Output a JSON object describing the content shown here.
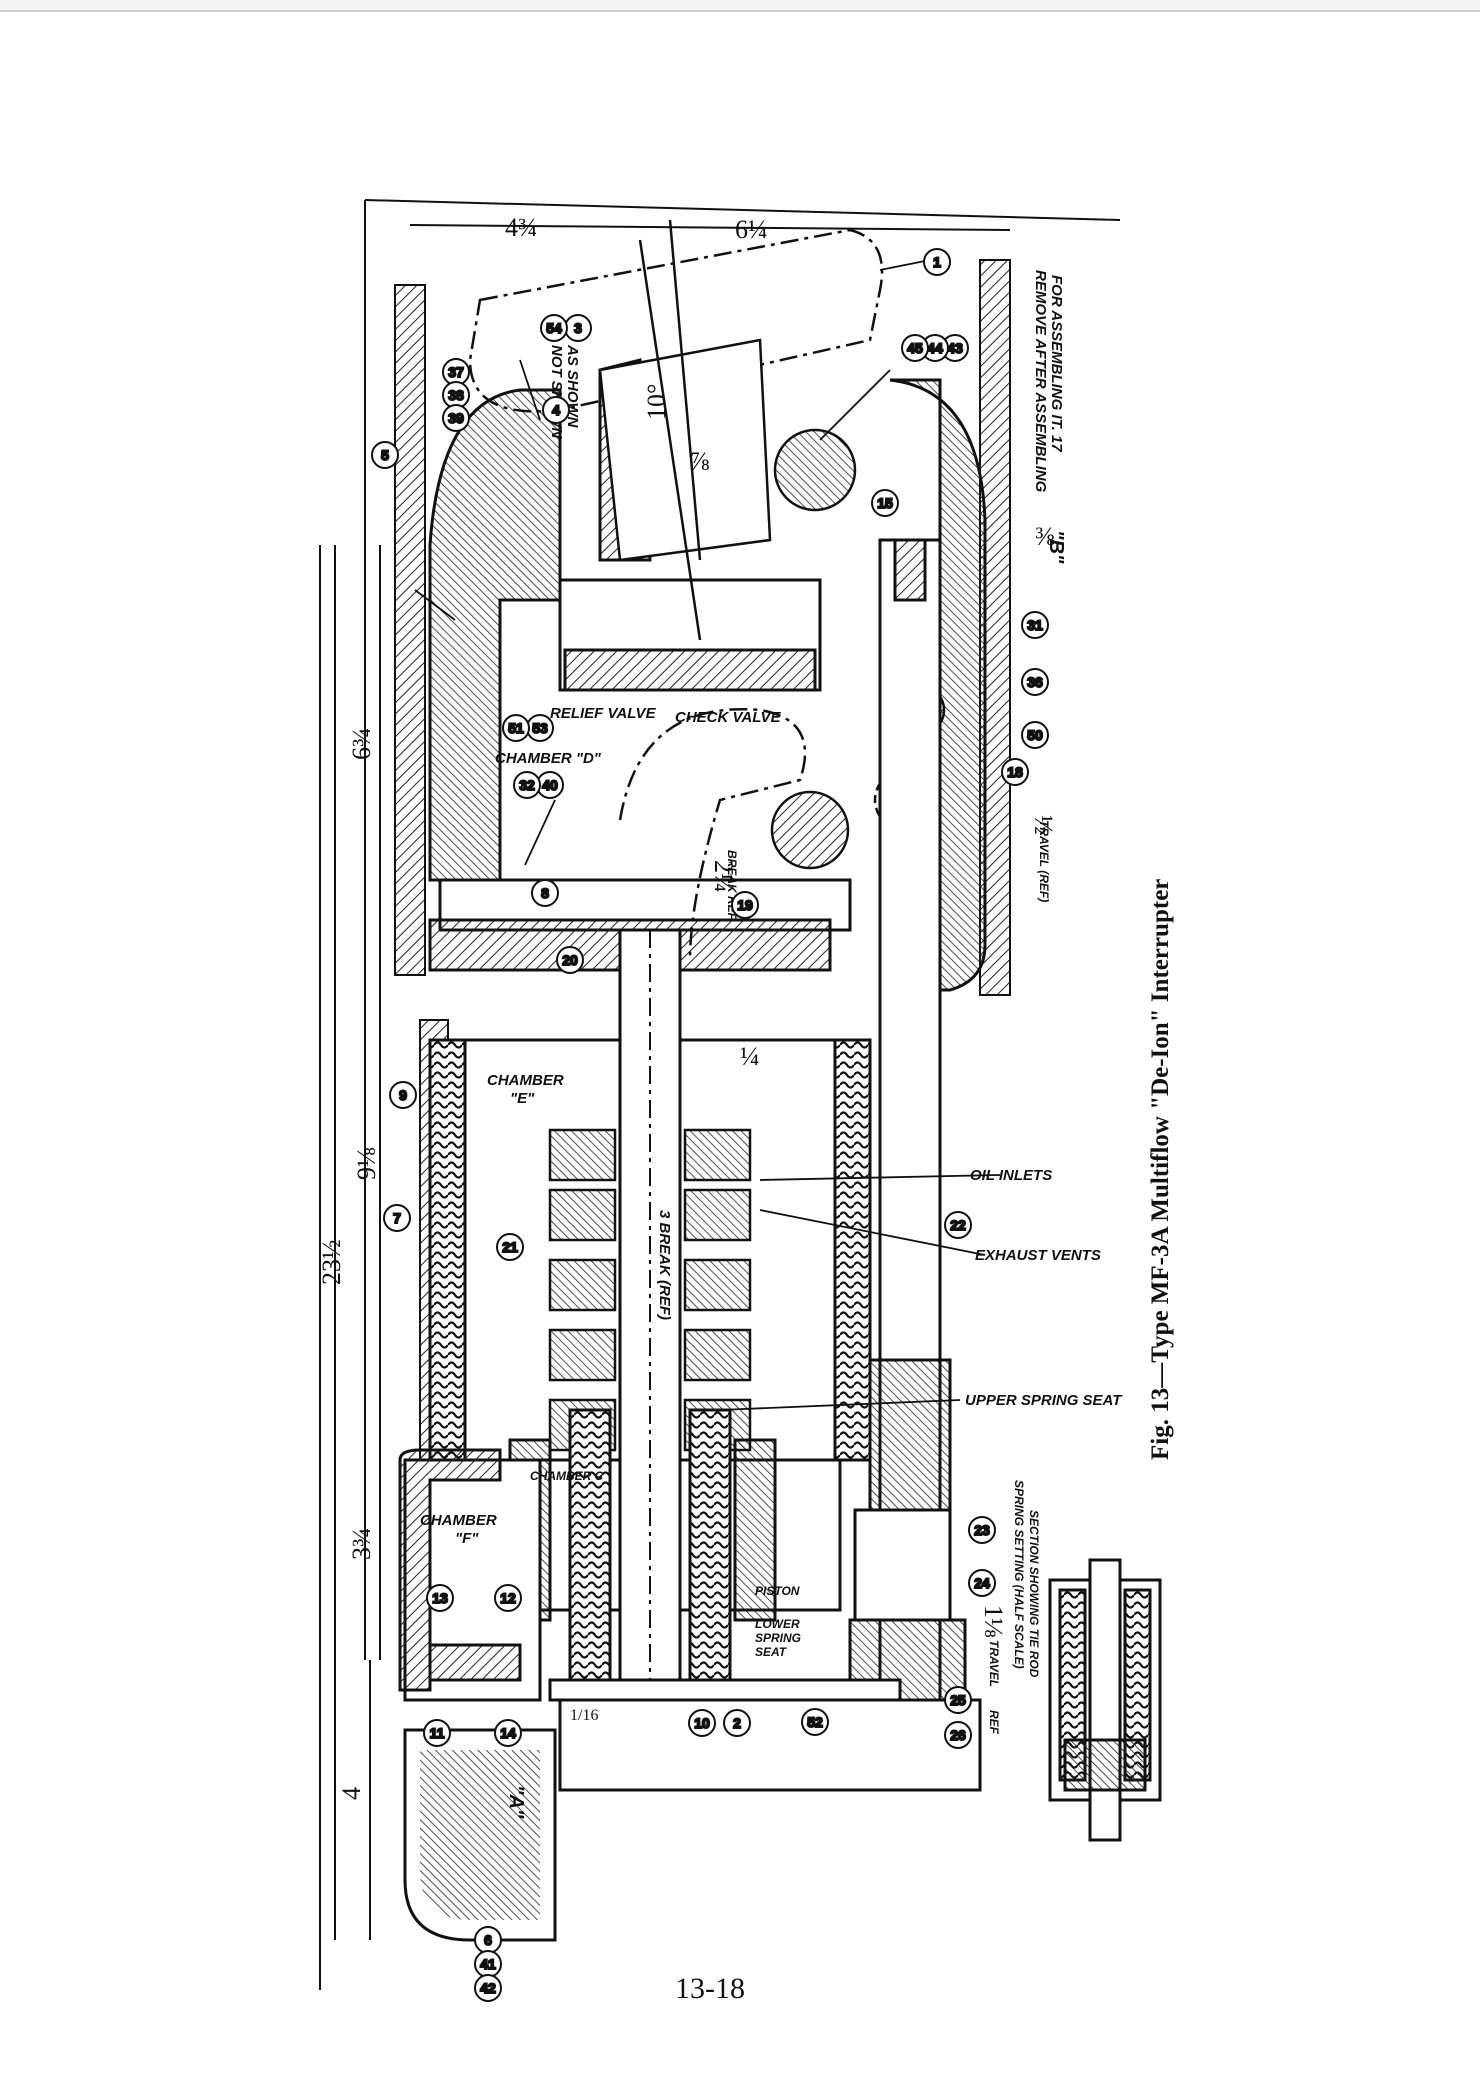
{
  "caption": "Fig. 13—Type MF-3A Multiflow \"De-Ion\" Interrupter",
  "page_number": "13-18",
  "labels": {
    "for_assembling": "FOR ASSEMBLING IT. 17",
    "remove_after": "REMOVE AFTER ASSEMBLING",
    "as_shown": "AS SHOWN",
    "not_shown": "NOT SHOWN",
    "relief_valve": "RELIEF VALVE",
    "check_valve": "CHECK VALVE",
    "chamber_d": "CHAMBER \"D\"",
    "chamber_e_1": "CHAMBER",
    "chamber_e_2": "\"E\"",
    "chamber_c": "CHAMBER C",
    "chamber_f_1": "CHAMBER",
    "chamber_f_2": "\"F\"",
    "oil_inlets": "OIL INLETS",
    "exhaust_vents": "EXHAUST VENTS",
    "upper_spring_seat": "UPPER SPRING SEAT",
    "piston": "PISTON",
    "lower_spring_seat_1": "LOWER",
    "lower_spring_seat_2": "SPRING",
    "lower_spring_seat_3": "SEAT",
    "break_ref": "BREAK REF",
    "break_ref_3": "3 BREAK (REF)",
    "travel_ref": "TRAVEL (REF)",
    "section_1": "SECTION SHOWING TIE ROD",
    "section_2": "SPRING SETTING (HALF SCALE)",
    "travel": "TRAVEL",
    "ref": "REF",
    "b_mark": "\"B\"",
    "a_mark": "\"A\""
  },
  "dimensions": {
    "d_4_3_4": "4¾",
    "d_6_1_4": "6¼",
    "d_6_3_4": "6¾",
    "d_9_1_8": "9⅛",
    "d_23_1_2": "23½",
    "d_3_3_4": "3¾",
    "d_4": "4",
    "d_10deg": "10°",
    "d_7_8": "⅞",
    "d_2_1_4": "2¼",
    "d_1_2": "½",
    "d_1_1_8": "1⅛",
    "d_1_4": "¼",
    "d_3_8": "⅜",
    "d_1_16": "1/16"
  },
  "callouts": {
    "c1": "1",
    "c2": "2",
    "c3": "3",
    "c4": "4",
    "c5": "5",
    "c6": "6",
    "c7": "7",
    "c8": "8",
    "c9": "9",
    "c10": "10",
    "c11": "11",
    "c12": "12",
    "c13": "13",
    "c14": "14",
    "c15": "15",
    "c18": "18",
    "c19": "19",
    "c20": "20",
    "c21": "21",
    "c22": "22",
    "c23": "23",
    "c24": "24",
    "c25": "25",
    "c26": "26",
    "c31": "31",
    "c32": "32",
    "c36": "36",
    "c37": "37",
    "c38": "38",
    "c39": "39",
    "c40": "40",
    "c41": "41",
    "c42": "42",
    "c43": "43",
    "c44": "44",
    "c45": "45",
    "c50": "50",
    "c51": "51",
    "c52": "52",
    "c53": "53",
    "c54": "54"
  }
}
